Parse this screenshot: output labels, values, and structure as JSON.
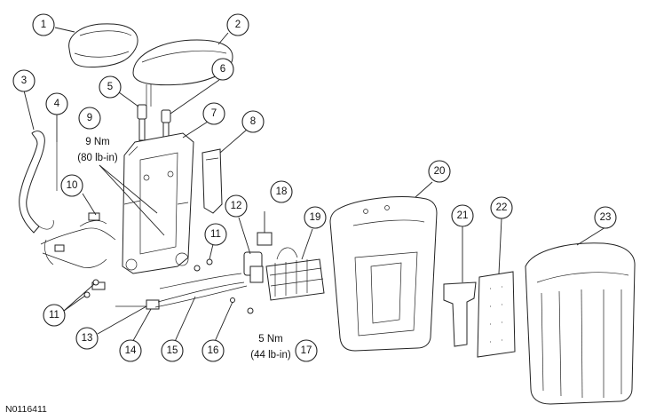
{
  "figure_id": "N0116411",
  "callouts": [
    {
      "id": 1
    },
    {
      "id": 2
    },
    {
      "id": 3
    },
    {
      "id": 4
    },
    {
      "id": 5
    },
    {
      "id": 6
    },
    {
      "id": 7
    },
    {
      "id": 8
    },
    {
      "id": 9
    },
    {
      "id": 10
    },
    {
      "id": 11
    },
    {
      "id": 11
    },
    {
      "id": 12
    },
    {
      "id": 13
    },
    {
      "id": 14
    },
    {
      "id": 15
    },
    {
      "id": 16
    },
    {
      "id": 17
    },
    {
      "id": 18
    },
    {
      "id": 19
    },
    {
      "id": 20
    },
    {
      "id": 21
    },
    {
      "id": 22
    },
    {
      "id": 23
    }
  ],
  "torque_specs": [
    {
      "nm": "9 Nm",
      "lbin": "(80 lb-in)"
    },
    {
      "nm": "5 Nm",
      "lbin": "(44 lb-in)"
    }
  ]
}
